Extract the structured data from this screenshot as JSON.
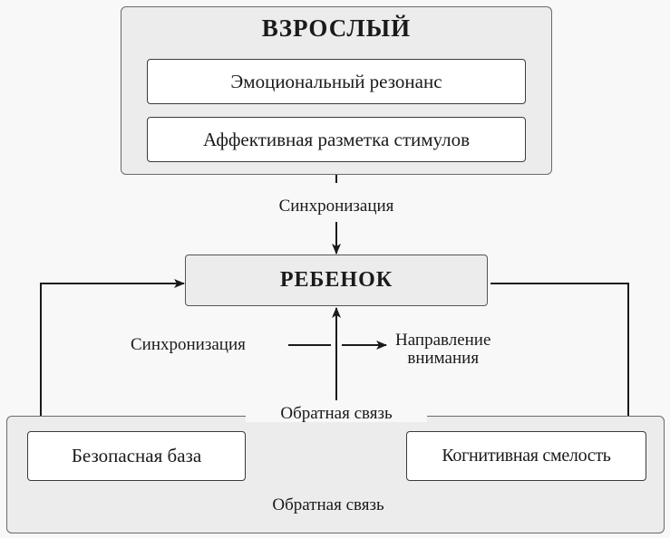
{
  "adult": {
    "title": "ВЗРОСЛЫЙ",
    "items": [
      "Эмоциональный резонанс",
      "Аффективная разметка стимулов"
    ]
  },
  "child": {
    "title": "РЕБЕНОК"
  },
  "labels": {
    "sync_top": "Синхронизация",
    "sync_mid": "Синхронизация",
    "attention_line1": "Направление",
    "attention_line2": "внимания",
    "feedback_top": "Обратная связь",
    "feedback_bottom": "Обратная связь"
  },
  "bottom": {
    "left": "Безопасная база",
    "right": "Когнитивная смелость"
  },
  "colors": {
    "group_fill": "#ececec",
    "box_fill": "#ffffff",
    "line": "#1a1a1a",
    "background": "#f8f8f8"
  }
}
